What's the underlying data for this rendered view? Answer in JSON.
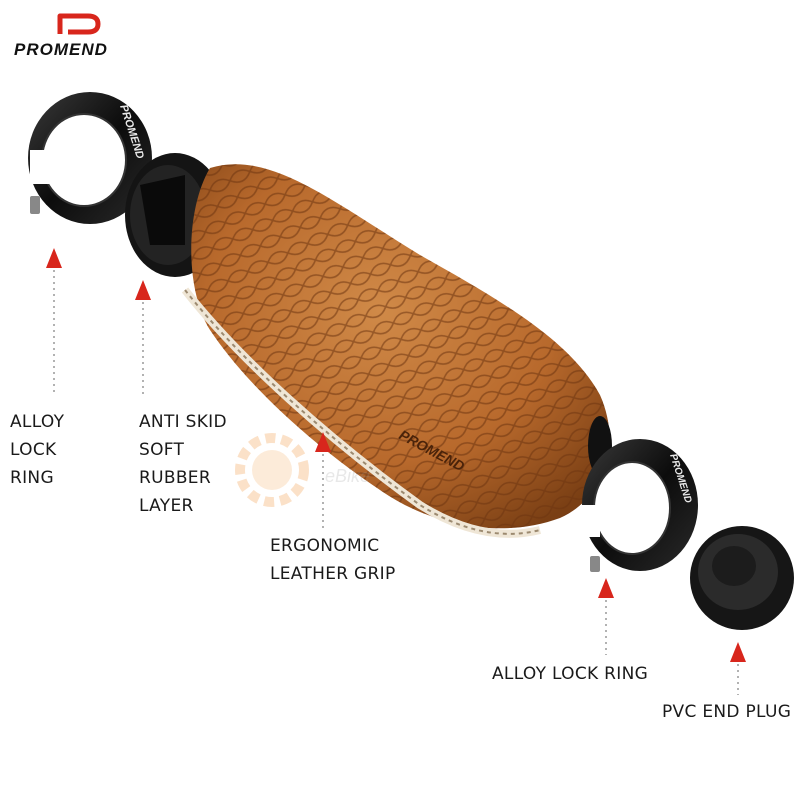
{
  "brand": {
    "name": "PROMEND",
    "accent": "#d8261c"
  },
  "labels": {
    "alloy_lock_ring_left": "ALLOY\nLOCK\nRING",
    "anti_skid_layer": "ANTI SKID\nSOFT\nRUBBER\nLAYER",
    "ergonomic_grip": "ERGONOMIC\nLEATHER GRIP",
    "alloy_lock_ring_right": "ALLOY LOCK RING",
    "pvc_end_plug": "PVC END PLUG"
  },
  "ring_engraving": "PROMEND",
  "grip_engraving": "PROMEND",
  "watermark": "eBike",
  "colors": {
    "leather": "#b8692c",
    "leather_dark": "#7a3f14",
    "metal": "#111111",
    "arrow": "#d8261c"
  }
}
